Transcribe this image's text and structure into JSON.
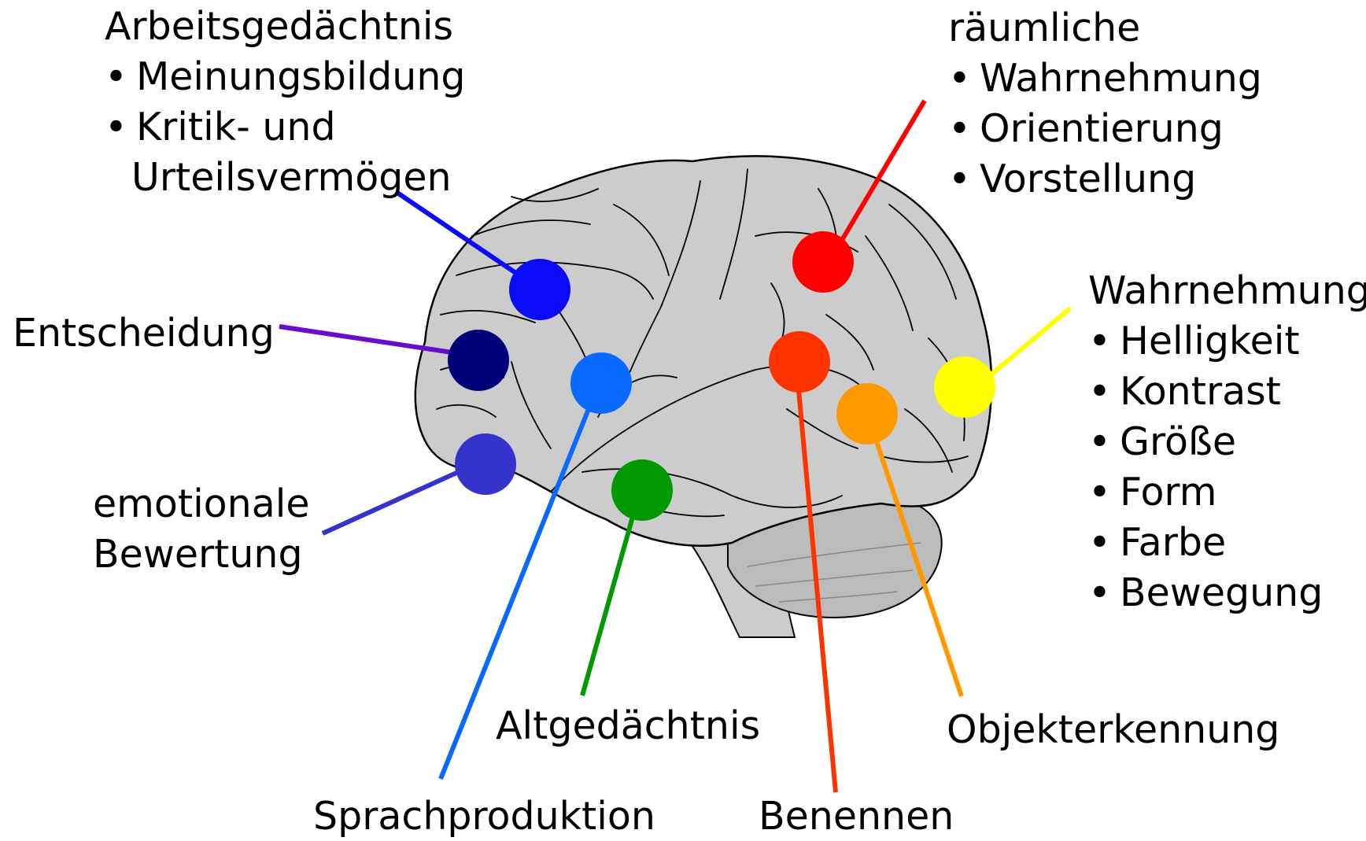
{
  "colors": {
    "arbeitsgedaechtnis": "#0a0af5",
    "entscheidung": "#00007a",
    "entscheidung_line": "#6a0ccc",
    "emotionale_bewertung": "#3434cc",
    "sprachproduktion": "#0a6aff",
    "altgedaechtnis": "#009900",
    "raeumliche_wahrnehmung": "#ff0000",
    "benennen": "#ff3300",
    "objekterkennung": "#ff9900",
    "wahrnehmung": "#ffff00",
    "brain_fill": "#cccccc",
    "cerebellum_fill": "#bbbbbb",
    "outline": "#000000"
  },
  "labels": {
    "arbeitsgedaechtnis": {
      "title": "Arbeitsgedächtnis",
      "items": [
        "Meinungsbildung",
        "Kritik- und"
      ],
      "continuation": "Urteilsvermögen"
    },
    "entscheidung": "Entscheidung",
    "emotionale_bewertung": [
      "emotionale",
      "Bewertung"
    ],
    "sprachproduktion": "Sprachproduktion",
    "altgedaechtnis": "Altgedächtnis",
    "benennen": "Benennen",
    "objekterkennung": "Objekterkennung",
    "raeumliche": {
      "title": "räumliche",
      "items": [
        "Wahrnehmung",
        "Orientierung",
        "Vorstellung"
      ]
    },
    "wahrnehmung": {
      "title": "Wahrnehmung",
      "items": [
        "Helligkeit",
        "Kontrast",
        "Größe",
        "Form",
        "Farbe",
        "Bewegung"
      ]
    }
  }
}
